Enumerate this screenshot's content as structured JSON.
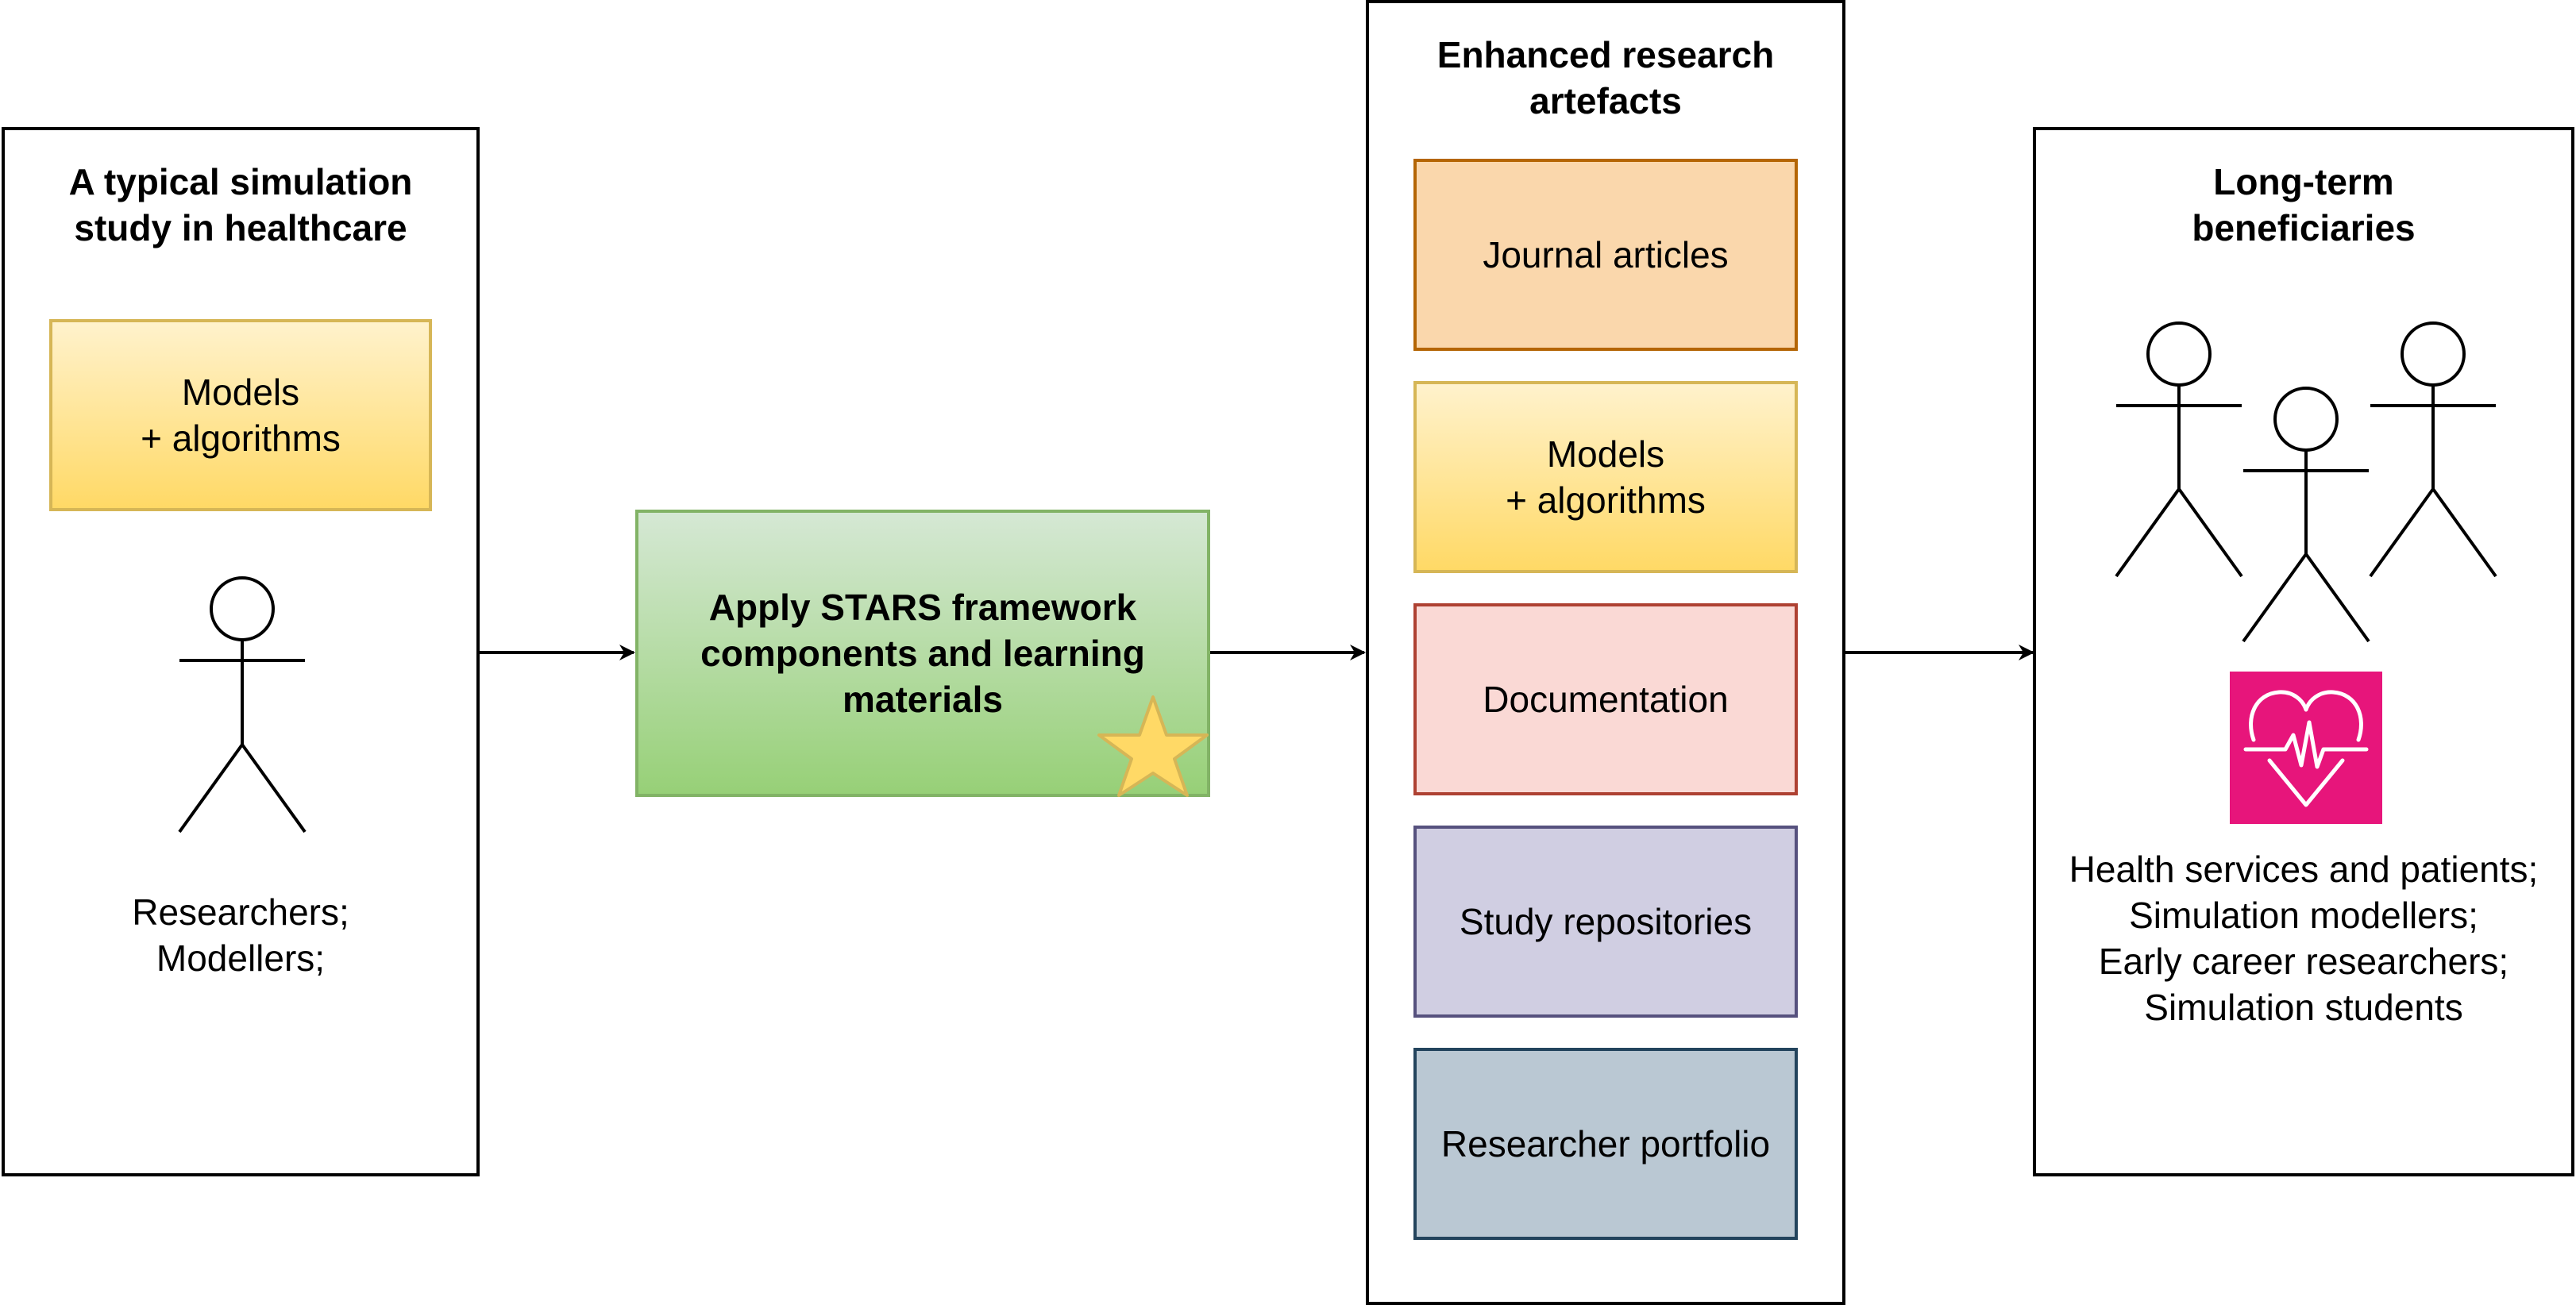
{
  "left_panel": {
    "title": "A typical simulation study in healthcare",
    "models_box": "Models\n+ algorithms",
    "people_label": "Researchers;\nModellers;"
  },
  "stars_box": {
    "label": "Apply STARS framework components and learning materials",
    "icon": "star-icon"
  },
  "middle_panel": {
    "title": "Enhanced research artefacts",
    "items": [
      {
        "label": "Journal articles",
        "fill": "#fad7ac",
        "border": "#b46504"
      },
      {
        "label": "Models\n+ algorithms",
        "fill": "#ffd966",
        "border": "#d6b656"
      },
      {
        "label": "Documentation",
        "fill": "#fad9d5",
        "border": "#ae4132"
      },
      {
        "label": "Study repositories",
        "fill": "#d0cee2",
        "border": "#56517e"
      },
      {
        "label": "Researcher portfolio",
        "fill": "#bac8d3",
        "border": "#23445d"
      }
    ]
  },
  "right_panel": {
    "title": "Long-term beneficiaries",
    "health_icon": "heart-pulse-icon",
    "health_icon_color": "#e7157b",
    "beneficiaries": "Health services and patients;\nSimulation modellers;\nEarly career researchers;\nSimulation students"
  }
}
